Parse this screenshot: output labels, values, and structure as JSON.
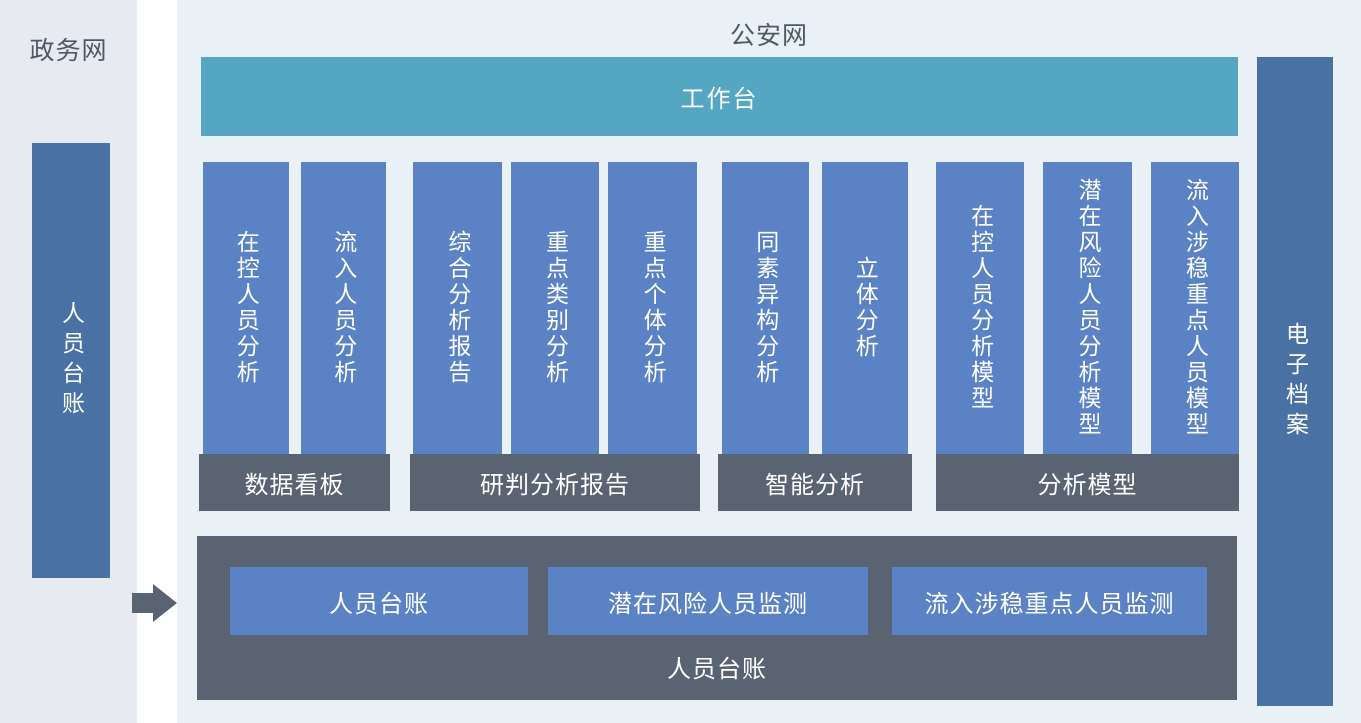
{
  "left_panel": {
    "title": "政务网",
    "bar_label": "人员台账"
  },
  "main_panel": {
    "title": "公安网",
    "workbench_label": "工作台",
    "groups": [
      {
        "footer": "数据看板",
        "columns": [
          "在控人员分析",
          "流入人员分析"
        ]
      },
      {
        "footer": "研判分析报告",
        "columns": [
          "综合分析报告",
          "重点类别分析",
          "重点个体分析"
        ]
      },
      {
        "footer": "智能分析",
        "columns": [
          "同素异构分析",
          "立体分析"
        ]
      },
      {
        "footer": "分析模型",
        "columns": [
          "在控人员分析模型",
          "潜在风险人员分析模型",
          "流入涉稳重点人员模型"
        ]
      }
    ],
    "bottom_box": {
      "buttons": [
        "人员台账",
        "潜在风险人员监测",
        "流入涉稳重点人员监测"
      ],
      "label": "人员台账"
    }
  },
  "right_bar": {
    "label": "电子档案"
  },
  "colors": {
    "left_panel_bg": "#e8eaf1",
    "main_panel_bg": "#eaf1f6",
    "workbench_teal": "#55a6c3",
    "module_blue": "#5b82c5",
    "side_bar_blue": "#4a71a4",
    "group_gray": "#5a6372",
    "title_text": "#4e5968",
    "white_text": "#ffffff"
  }
}
